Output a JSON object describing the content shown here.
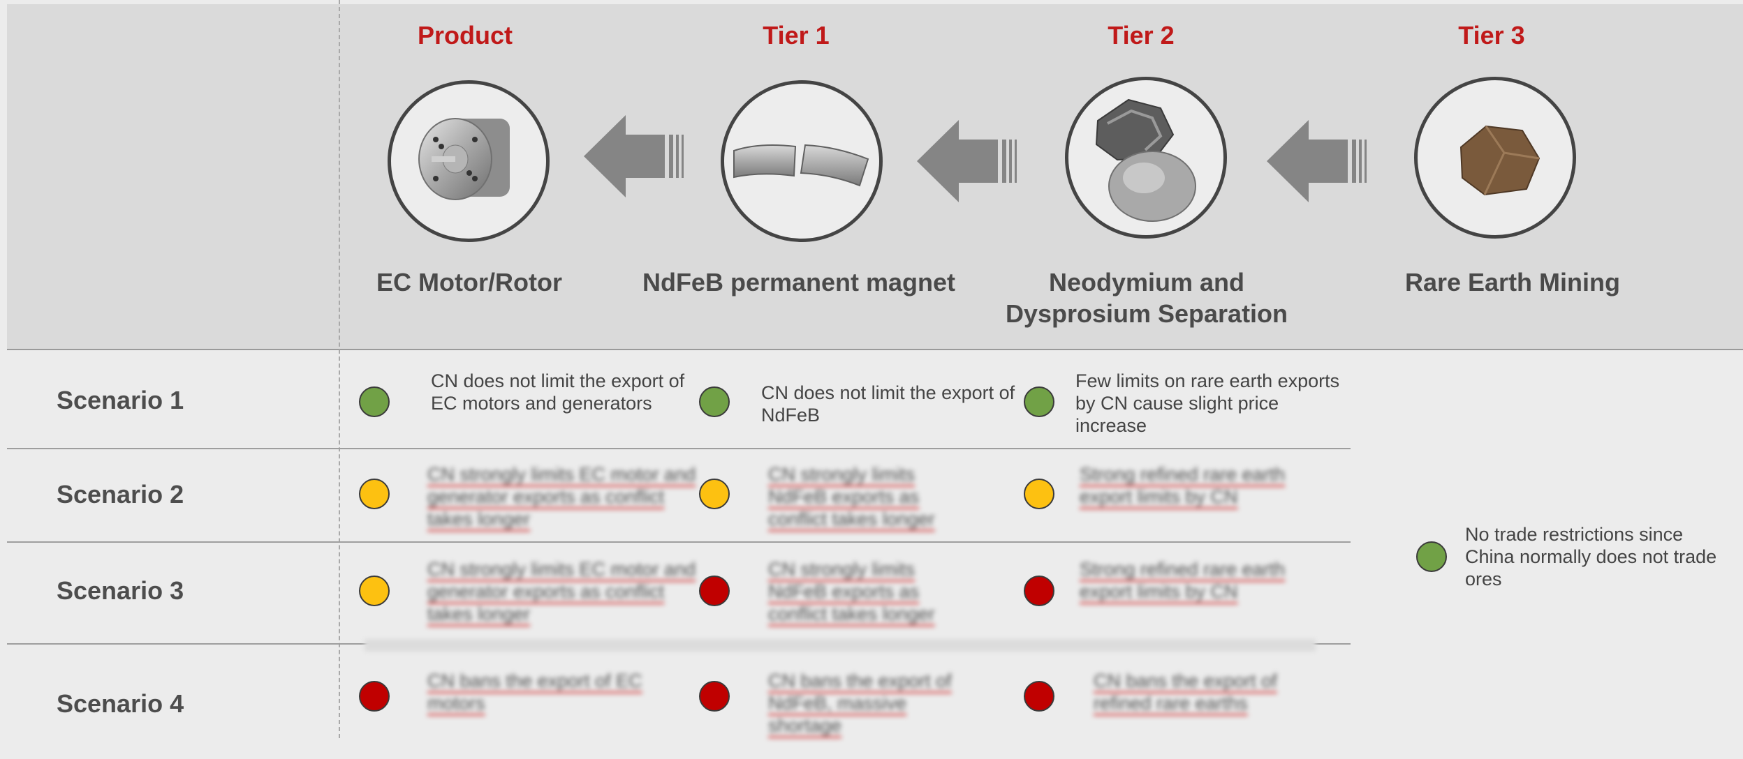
{
  "stages": [
    {
      "tier": "Product",
      "label": "EC Motor/Rotor",
      "icon": "motor-icon"
    },
    {
      "tier": "Tier 1",
      "label": "NdFeB permanent magnet",
      "icon": "magnet-icon"
    },
    {
      "tier": "Tier 2",
      "label": "Neodymium and Dysprosium Separation",
      "icon": "metal-icon"
    },
    {
      "tier": "Tier 3",
      "label": "Rare Earth Mining",
      "icon": "ore-icon"
    }
  ],
  "scenarios": [
    {
      "label": "Scenario 1",
      "cells": [
        {
          "status": "green",
          "text": "CN does not limit the export of EC motors and generators"
        },
        {
          "status": "green",
          "text": "CN does not limit the export of NdFeB"
        },
        {
          "status": "green",
          "text": "Few limits on rare earth exports by CN cause slight price increase"
        }
      ]
    },
    {
      "label": "Scenario 2",
      "cells": [
        {
          "status": "yellow",
          "text": "CN strongly limits EC motor and generator exports as conflict takes longer"
        },
        {
          "status": "yellow",
          "text": "CN strongly limits NdFeB exports as conflict takes longer"
        },
        {
          "status": "yellow",
          "text": "Strong refined rare earth export limits by CN"
        }
      ]
    },
    {
      "label": "Scenario 3",
      "cells": [
        {
          "status": "yellow",
          "text": "CN strongly limits EC motor and generator exports as conflict takes longer"
        },
        {
          "status": "red",
          "text": "CN strongly limits NdFeB exports as conflict takes longer"
        },
        {
          "status": "red",
          "text": "Strong refined rare earth export limits by CN"
        }
      ]
    },
    {
      "label": "Scenario 4",
      "cells": [
        {
          "status": "red",
          "text": "CN bans the export of EC motors"
        },
        {
          "status": "red",
          "text": "CN bans the export of NdFeB, massive shortage"
        },
        {
          "status": "red",
          "text": "CN bans the export of refined rare earths"
        }
      ]
    }
  ],
  "tier3_note": {
    "status": "green",
    "text": "No trade restrictions since China normally does not trade ores"
  },
  "colors": {
    "accent": "#c01919",
    "green": "#71a146",
    "yellow": "#fdc111",
    "red": "#c00000"
  }
}
